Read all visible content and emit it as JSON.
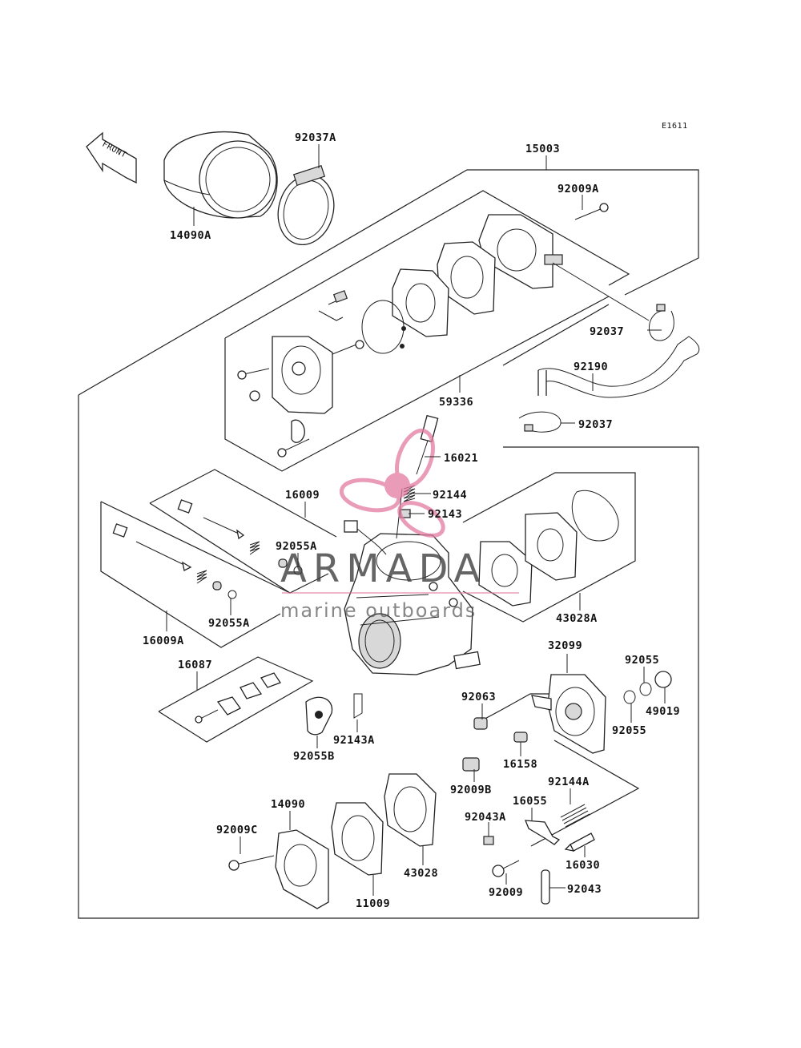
{
  "diagram": {
    "code": "E1611",
    "front_label": "FRONT",
    "watermark": {
      "brand": "ARMADA",
      "tagline": "marine outboards"
    },
    "labels": {
      "p92037A": "92037A",
      "p15003": "15003",
      "p92009A": "92009A",
      "p14090A": "14090A",
      "p92037a": "92037",
      "p92190": "92190",
      "p59336": "59336",
      "p92037b": "92037",
      "p16021": "16021",
      "p92144": "92144",
      "p92143": "92143",
      "p16009": "16009",
      "p92055A_a": "92055A",
      "p92055A_b": "92055A",
      "p16009A": "16009A",
      "p43028A": "43028A",
      "p32099": "32099",
      "p92055a": "92055",
      "p92055b": "92055",
      "p49019": "49019",
      "p16087": "16087",
      "p92063": "92063",
      "p16158": "16158",
      "p92143A": "92143A",
      "p92055B": "92055B",
      "p92009B": "92009B",
      "p92144A": "92144A",
      "p16055": "16055",
      "p92043A": "92043A",
      "p14090": "14090",
      "p92009C": "92009C",
      "p16030": "16030",
      "p43028": "43028",
      "p92009": "92009",
      "p92043": "92043",
      "p11009": "11009"
    }
  }
}
